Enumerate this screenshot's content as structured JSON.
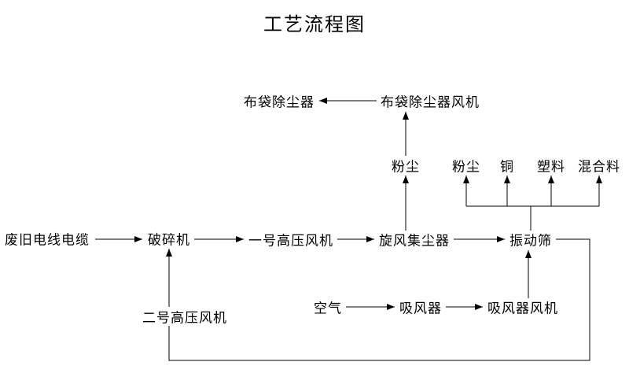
{
  "title": "工艺流程图",
  "nodes": {
    "waste_cable": "废旧电线电缆",
    "crusher": "破碎机",
    "hp_fan_1": "一号高压风机",
    "cyclone_collector": "旋风集尘器",
    "vibrating_screen": "振动筛",
    "bag_filter": "布袋除尘器",
    "bag_filter_fan": "布袋除尘器风机",
    "dust_left": "粉尘",
    "dust_right": "粉尘",
    "copper": "铜",
    "plastic": "塑料",
    "mixed_material": "混合料",
    "hp_fan_2": "二号高压风机",
    "air": "空气",
    "suction_device": "吸风器",
    "suction_fan": "吸风器风机"
  },
  "edges": [
    {
      "from": "waste_cable",
      "to": "crusher"
    },
    {
      "from": "crusher",
      "to": "hp_fan_1"
    },
    {
      "from": "hp_fan_1",
      "to": "cyclone_collector"
    },
    {
      "from": "cyclone_collector",
      "to": "vibrating_screen"
    },
    {
      "from": "cyclone_collector",
      "to": "dust_left"
    },
    {
      "from": "dust_left",
      "to": "bag_filter_fan"
    },
    {
      "from": "bag_filter_fan",
      "to": "bag_filter"
    },
    {
      "from": "vibrating_screen",
      "to": "dust_right"
    },
    {
      "from": "vibrating_screen",
      "to": "copper"
    },
    {
      "from": "vibrating_screen",
      "to": "plastic"
    },
    {
      "from": "vibrating_screen",
      "to": "mixed_material"
    },
    {
      "from": "air",
      "to": "suction_device"
    },
    {
      "from": "suction_device",
      "to": "suction_fan"
    },
    {
      "from": "suction_fan",
      "to": "vibrating_screen"
    },
    {
      "from": "vibrating_screen",
      "to": "hp_fan_2"
    },
    {
      "from": "hp_fan_2",
      "to": "crusher"
    }
  ],
  "colors": {
    "background": "#ffffff",
    "line": "#000000",
    "text": "#000000"
  }
}
